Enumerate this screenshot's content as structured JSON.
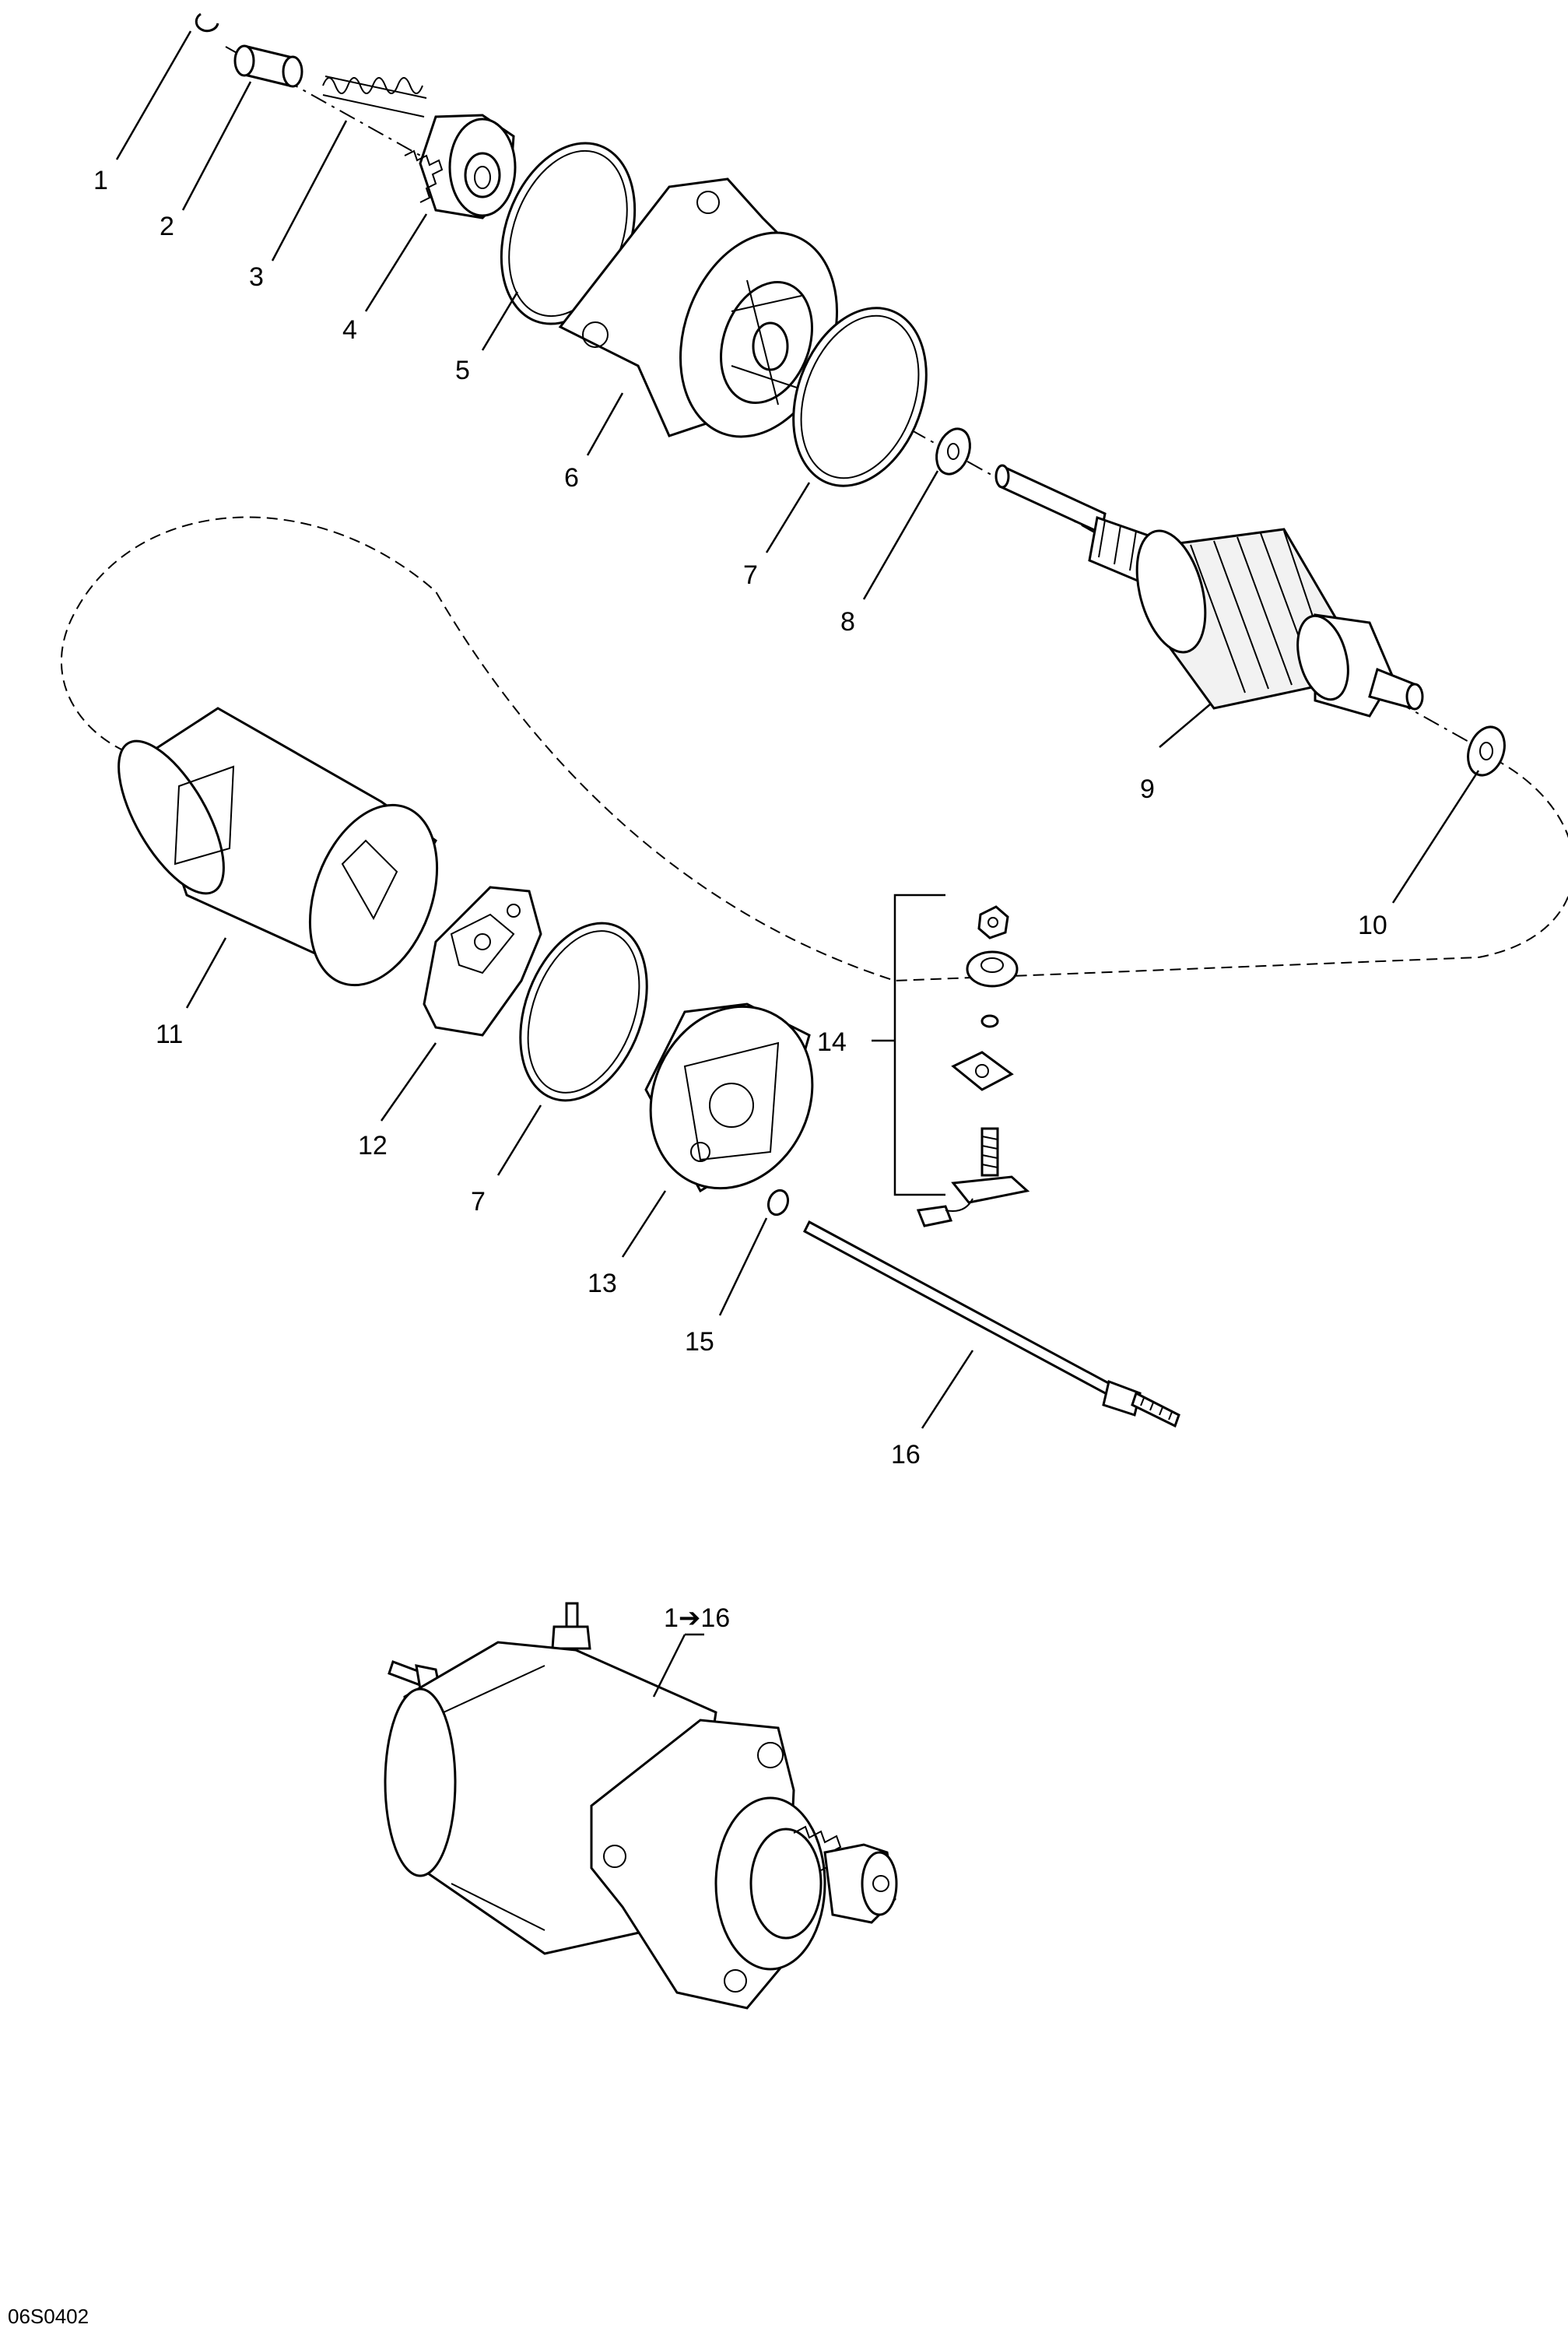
{
  "callouts": {
    "c1": "1",
    "c2": "2",
    "c3": "3",
    "c4": "4",
    "c5": "5",
    "c6": "6",
    "c7a": "7",
    "c8": "8",
    "c9": "9",
    "c10": "10",
    "c11": "11",
    "c12": "12",
    "c7b": "7",
    "c13": "13",
    "c14": "14",
    "c15": "15",
    "c16": "16",
    "assembly": "1➔16"
  },
  "drawing_code": "06S0402"
}
